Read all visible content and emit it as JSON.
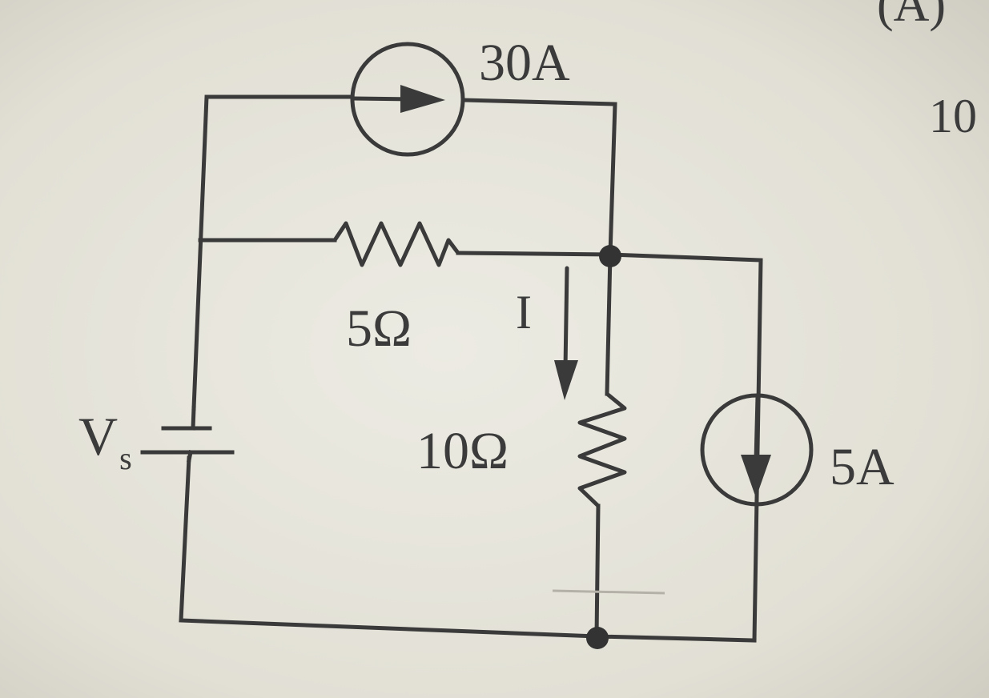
{
  "top_fragments": {
    "left": "",
    "paren": "(A)",
    "right_number": "10"
  },
  "labels": {
    "source_top": "30A",
    "source_right": "5A",
    "resistor_series": "5Ω",
    "resistor_shunt": "10Ω",
    "current": "I",
    "voltage_main": "V",
    "voltage_sub": "s"
  },
  "colors": {
    "paper": "#e4e2d8",
    "ink": "#3a3a3a"
  }
}
